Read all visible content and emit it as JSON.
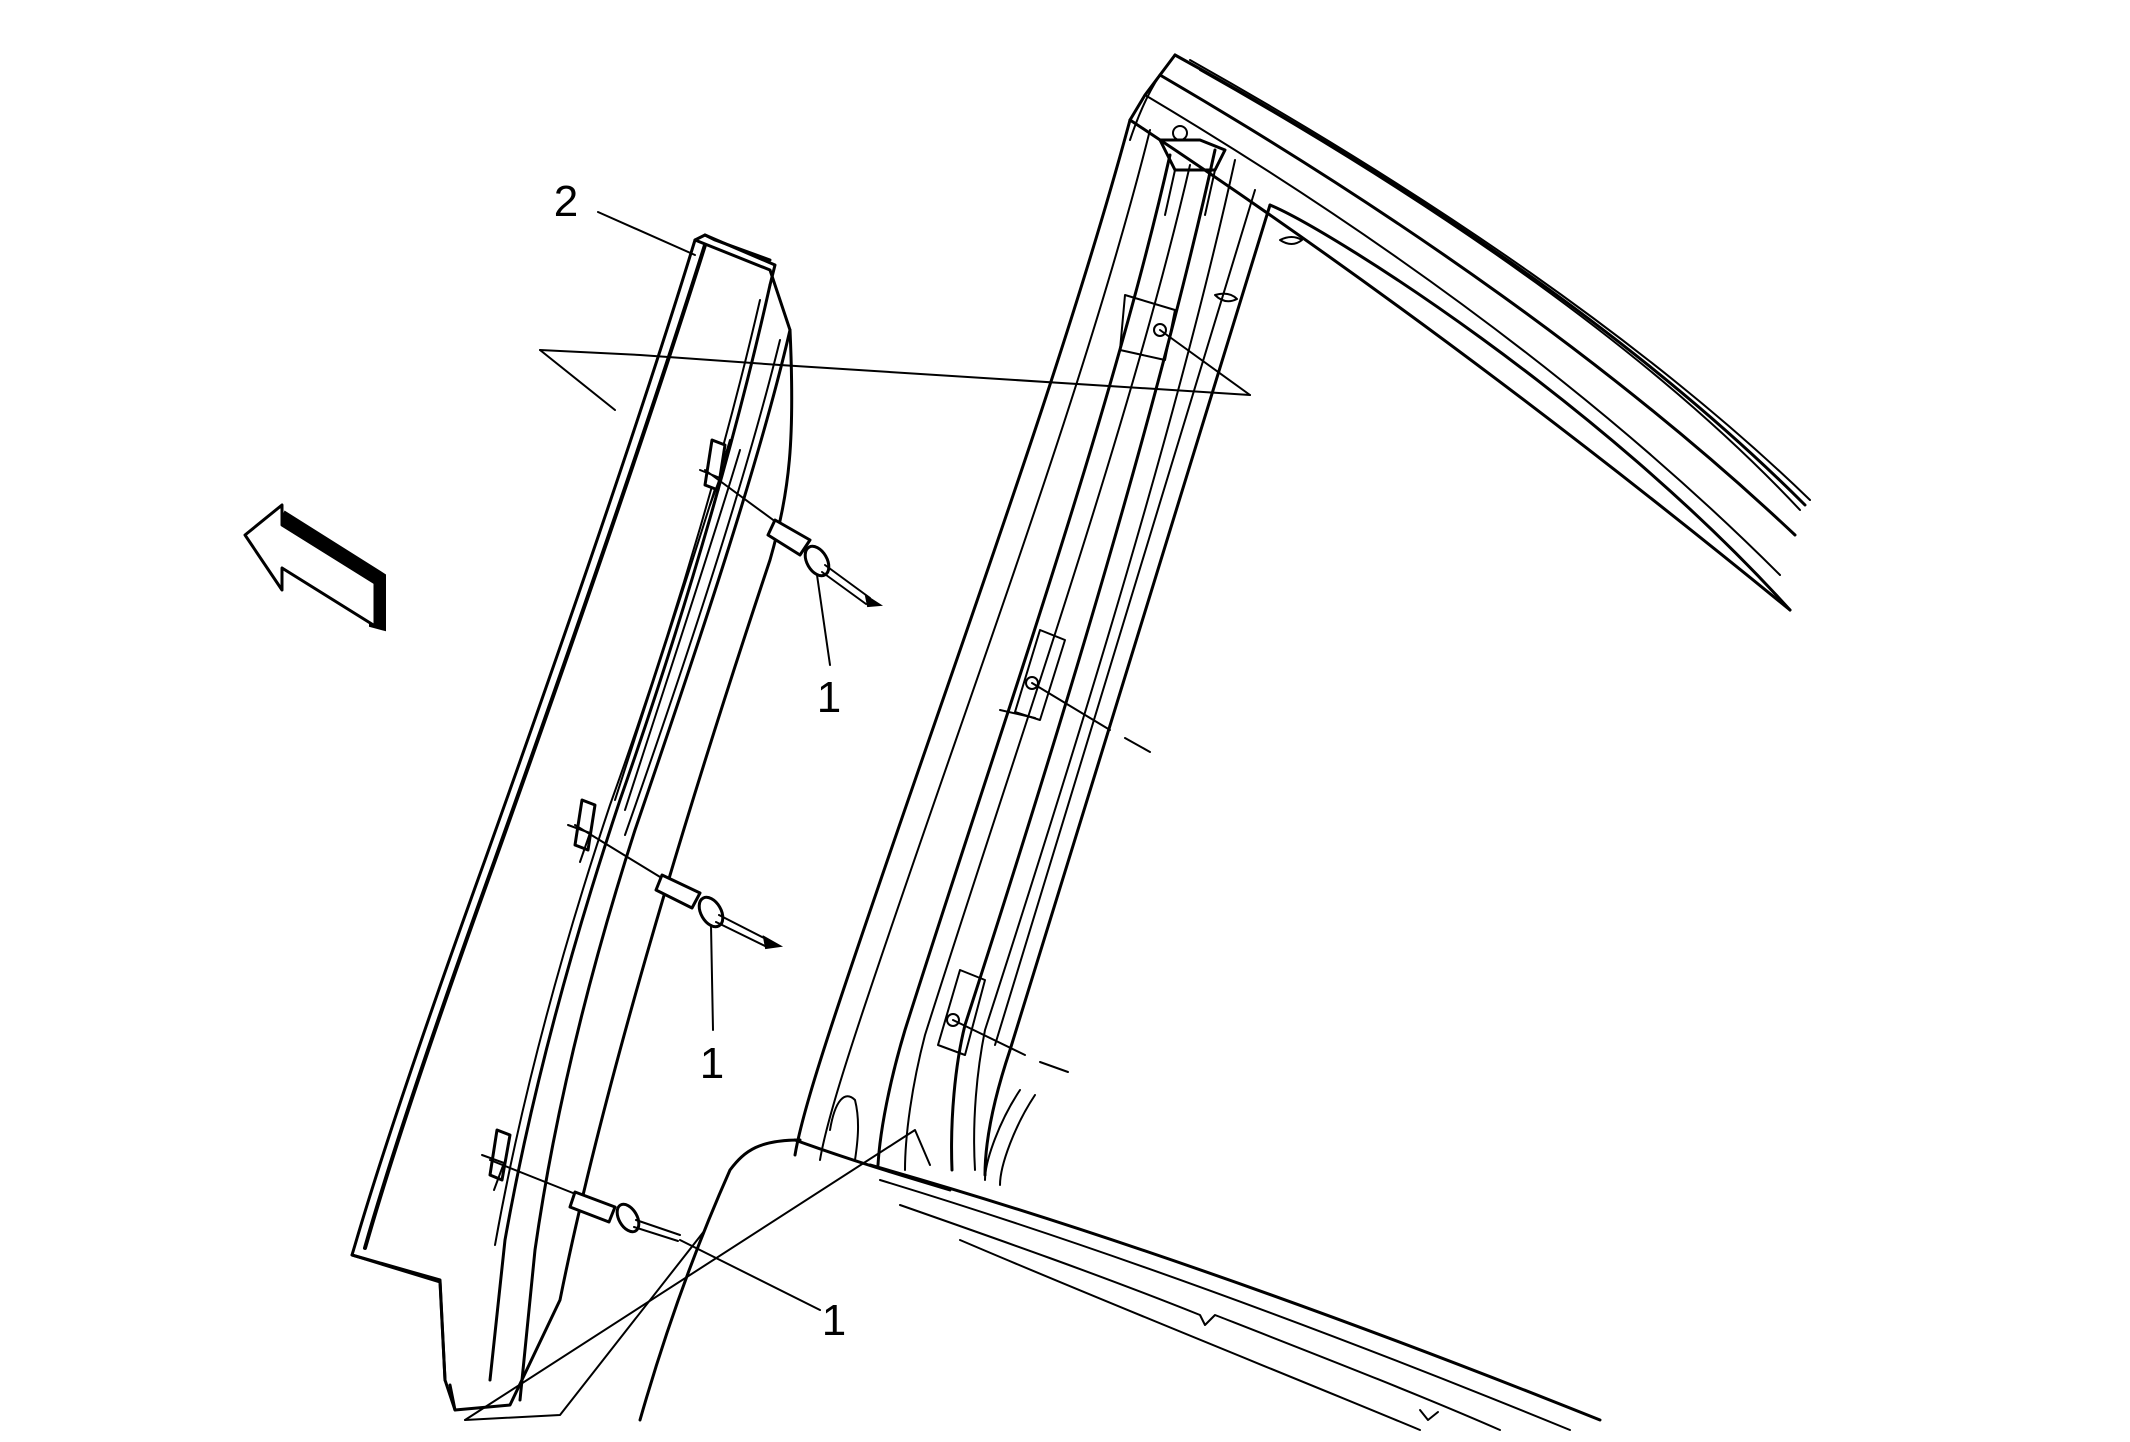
{
  "callouts": {
    "pin_upper": "1",
    "pin_middle": "1",
    "pin_lower": "1",
    "molding": "2"
  }
}
